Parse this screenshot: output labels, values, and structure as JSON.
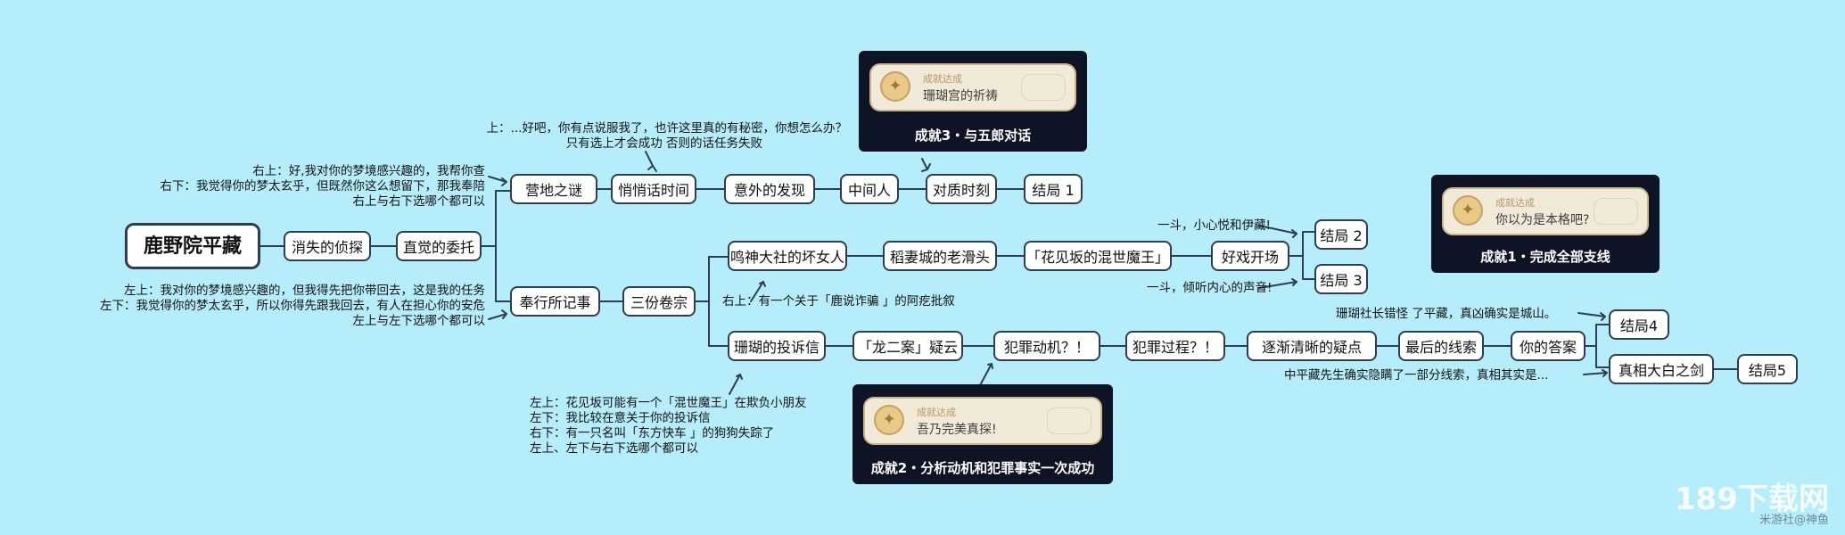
{
  "root": "鹿野院平藏",
  "nodes": {
    "lost_detective": "消失的侦探",
    "intuition": "直觉的委托",
    "camp_riddle": "营地之谜",
    "whisper_time": "悄悄话时间",
    "unexpected": "意外的发现",
    "middleman": "中间人",
    "confront": "对质时刻",
    "ending1": "结局 1",
    "magistrate": "奉行所记事",
    "three_cases": "三份卷宗",
    "bad_woman": "鸣神大社的坏女人",
    "old_fox": "稻妻城的老滑头",
    "demon_king": "「花见坂的混世魔王」",
    "good_show": "好戏开场",
    "ending2": "结局 2",
    "ending3": "结局 3",
    "complaint": "珊瑚的投诉信",
    "dragon_case": "「龙二案」疑云",
    "motive": "犯罪动机？！",
    "process": "犯罪过程？！",
    "clearer": "逐渐清晰的疑点",
    "last_clue": "最后的线索",
    "your_answer": "你的答案",
    "truth_sword": "真相大白之剑",
    "ending4": "结局4",
    "ending5": "结局5"
  },
  "notes": {
    "top_choice": [
      "上：...好吧，你有点说服我了，也许这里真的有秘密，你想怎么办？",
      "只有选上才会成功 否则的话任务失败"
    ],
    "upper_left": [
      "右上：好,我对你的梦境感兴趣的，我帮你查",
      "右下：我觉得你的梦太玄乎，但既然你这么想留下，那我奉陪",
      "右上与右下选哪个都可以"
    ],
    "lower_left": [
      "左上：我对你的梦境感兴趣的，但我得先把你带回去，这是我的任务",
      "左下：我觉得你的梦太玄乎，所以你得先跟我回去，有人在担心你的安危",
      "左上与左下选哪个都可以"
    ],
    "shrine_note": "右上：有一个关于「鹿说诈骗 」的阿疙批叙",
    "bottom_choice": [
      "左上：花见坂可能有一个「混世魔王」在欺负小朋友",
      "左下：我比较在意关于你的投诉信",
      "右下：有一只名叫「东方快车 」的狗狗失踪了",
      "左上、左下与右下选哪个都可以"
    ],
    "choice_e2": "一斗，小心悦和伊藏!",
    "choice_e3": "一斗，倾听内心的声音!",
    "choice_e4": "珊瑚社长错怪 了平藏，真凶确实是城山。",
    "choice_e5": "中平藏先生确实隐瞒了一部分线索，真相其实是..."
  },
  "achievements": {
    "a3": {
      "badge": "成就达成",
      "name": "珊瑚宫的祈祷",
      "caption": "成就3・与五郎对话"
    },
    "a1": {
      "badge": "成就达成",
      "name": "你以为是本格吧?",
      "caption": "成就1・完成全部支线"
    },
    "a2": {
      "badge": "成就达成",
      "name": "吾乃完美真探!",
      "caption": "成就2・分析动机和犯罪事实一次成功"
    }
  },
  "watermark": {
    "site": "189下载网",
    "sub": "米游社@神鱼"
  },
  "colors": {
    "background": "#b5eefa",
    "line": "#2f3d52",
    "node_fill": "#ffffff",
    "achievement_bg": "#0e1426",
    "card": "#f1ead9",
    "gold": "#c9b58a"
  }
}
